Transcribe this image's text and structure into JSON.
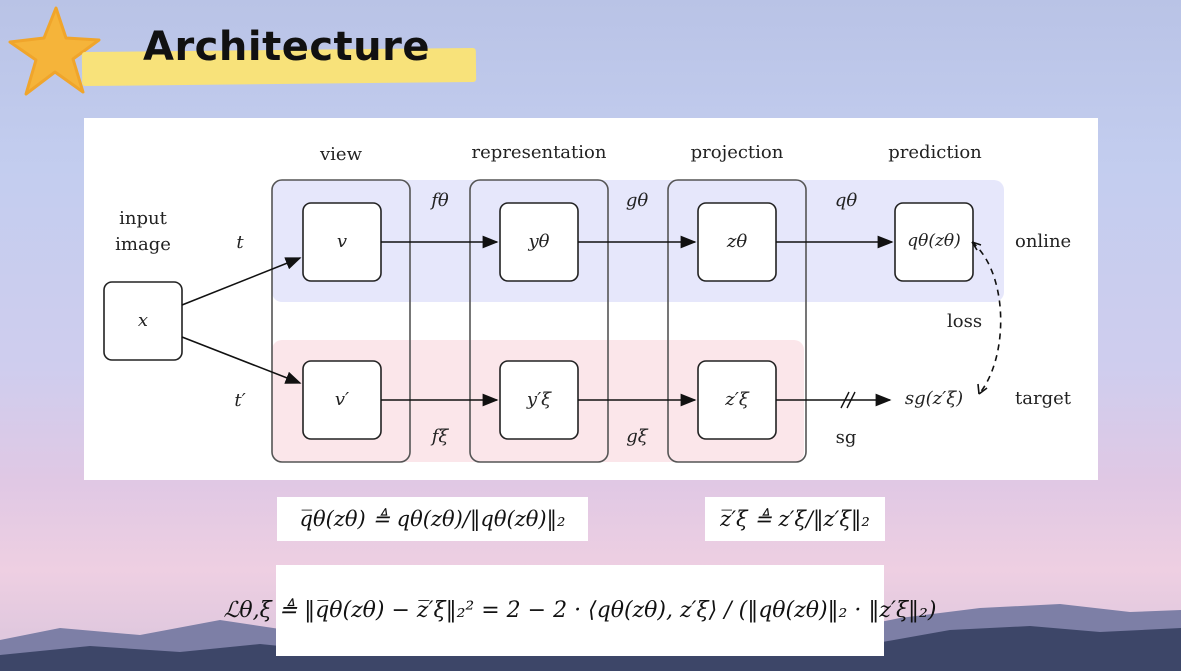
{
  "slide": {
    "title": "Architecture"
  },
  "diagram": {
    "stage_labels": {
      "view": "view",
      "representation": "representation",
      "projection": "projection",
      "prediction": "prediction"
    },
    "input_label_line1": "input",
    "input_label_line2": "image",
    "input_node": "x",
    "aug_online": "t",
    "aug_target": "t′",
    "online_nodes": {
      "view": "v",
      "representation": "yθ",
      "projection": "zθ",
      "prediction": "qθ(zθ)"
    },
    "target_nodes": {
      "view": "v′",
      "representation": "y′ξ",
      "projection": "z′ξ",
      "prediction": "sg(z′ξ)"
    },
    "online_edges": {
      "encoder": "fθ",
      "projector": "gθ",
      "predictor": "qθ"
    },
    "target_edges": {
      "encoder": "fξ",
      "projector": "gξ",
      "stop_gradient": "sg"
    },
    "branch_labels": {
      "online": "online",
      "target": "target"
    },
    "loss_label": "loss",
    "colors": {
      "online_band": "#e6e7fb",
      "target_band": "#fbe6ea",
      "node_border": "#222222",
      "star": "#f5b43a",
      "title_band": "#f8e27a"
    }
  },
  "formulas": {
    "normalized_prediction": "q̅θ(zθ) ≜ qθ(zθ)/‖qθ(zθ)‖₂",
    "normalized_target": "z̅′ξ ≜ z′ξ/‖z′ξ‖₂",
    "loss": "ℒθ,ξ ≜ ‖q̅θ(zθ) − z̅′ξ‖₂² = 2 − 2 · ⟨qθ(zθ), z′ξ⟩ / (‖qθ(zθ)‖₂ · ‖z′ξ‖₂)"
  }
}
